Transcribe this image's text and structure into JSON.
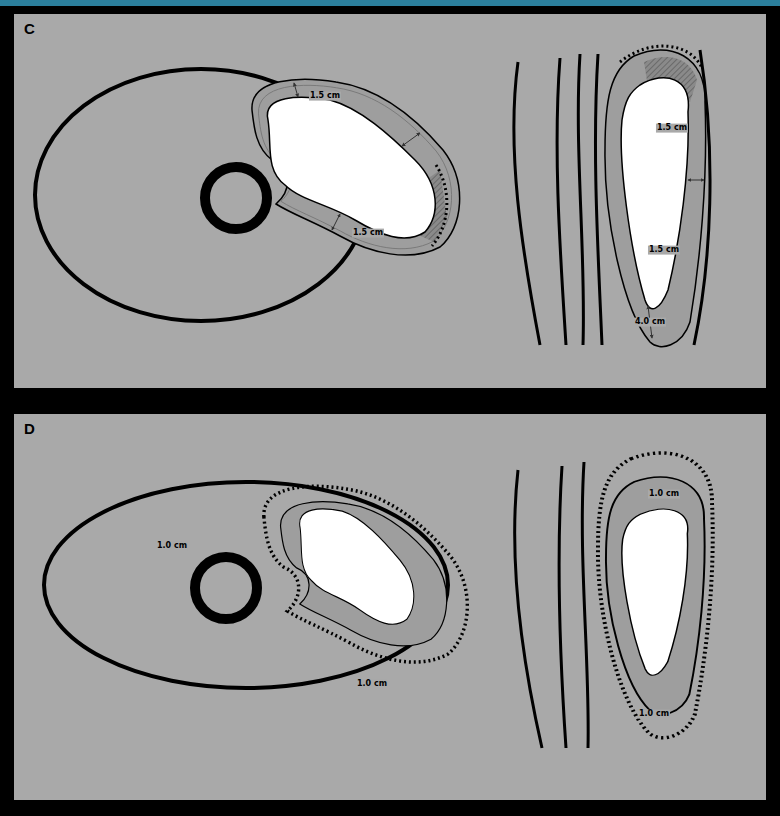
{
  "diagram": {
    "nodes": [
      {
        "text": [
          "C"
        ]
      },
      {
        "text": [
          "D"
        ]
      }
    ],
    "labels": [
      "1.5 cm",
      "1.5 cm",
      "1.5 cm",
      "1.5 cm",
      "4.0 cm",
      "1.0 cm",
      "1.0 cm",
      "1.0 cm",
      "1.0 cm"
    ]
  }
}
